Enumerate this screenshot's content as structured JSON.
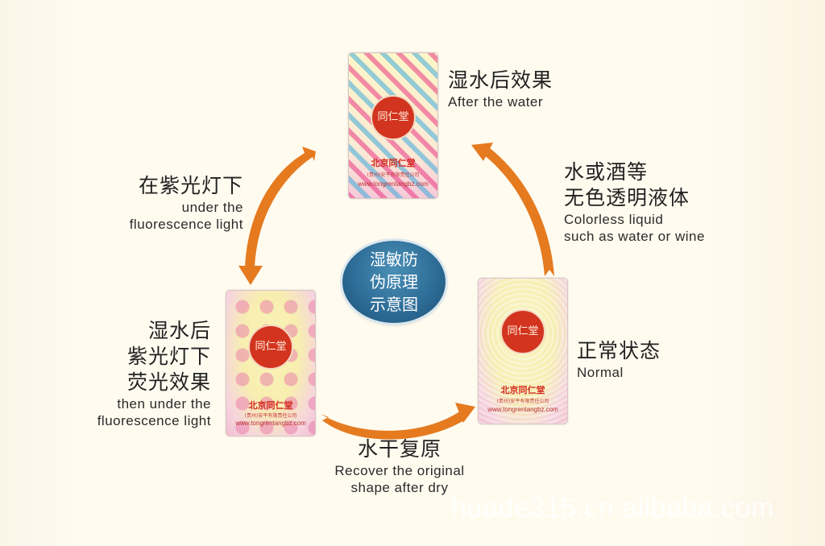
{
  "diagram": {
    "title": "湿敏防伪原理示意图",
    "center_lines": [
      "湿敏防",
      "伪原理",
      "示意图"
    ],
    "colors": {
      "arrow": "#e57a1f",
      "center_badge": "#2e6e98",
      "background": "#fffbef",
      "text": "#222222"
    },
    "nodes": {
      "after_water": {
        "cn": "湿水后效果",
        "en": "After the water"
      },
      "normal": {
        "cn": "正常状态",
        "en": "Normal"
      },
      "uv": {
        "cn_lines": [
          "湿水后",
          "紫光灯下",
          "荧光效果"
        ],
        "en_lines": [
          "then under the",
          "fluorescence light"
        ]
      }
    },
    "edges": {
      "normal_to_wet": {
        "cn_lines": [
          "水或酒等",
          "无色透明液体"
        ],
        "en_lines": [
          "Colorless liquid",
          "such as water or wine"
        ]
      },
      "wet_to_uv": {
        "cn": "在紫光灯下",
        "en_lines": [
          "under the",
          "fluorescence light"
        ]
      },
      "uv_to_normal": {
        "cn": "水干复原",
        "en_lines": [
          "Recover the original",
          "shape after dry"
        ]
      }
    },
    "card": {
      "seal_text": "同仁堂",
      "brand": "北京同仁堂",
      "sub": "(贵州)安平有限责任公司",
      "url": "www.tongrentangbz.com"
    },
    "watermark": "huade315.cn.alibaba.com"
  }
}
